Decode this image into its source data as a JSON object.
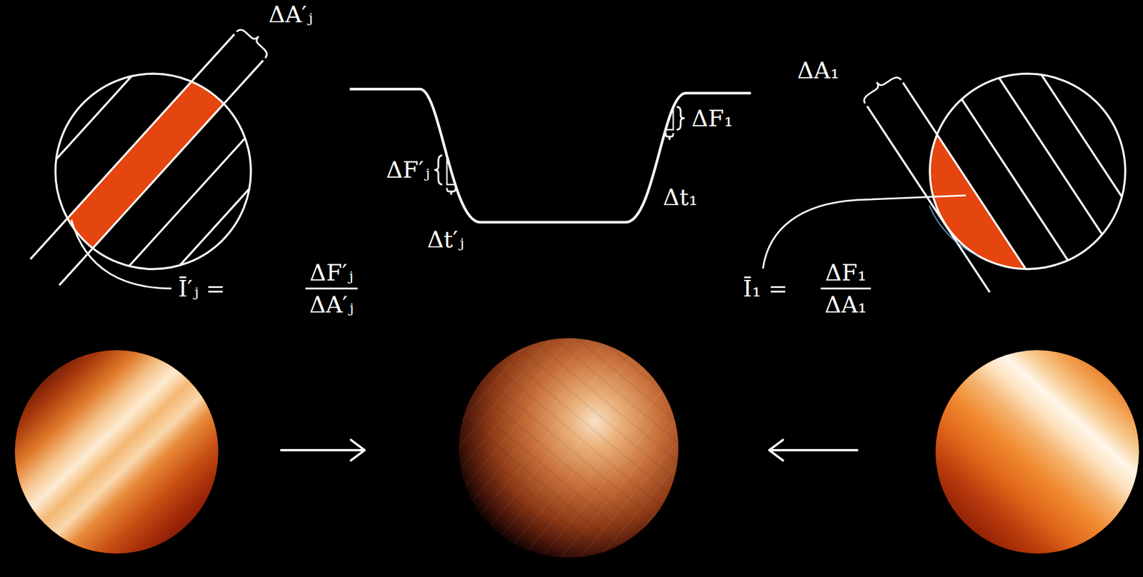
{
  "diagram": {
    "labels": [
      "ΔA′ⱼ",
      "Ī′ⱼ =",
      "ΔF′ⱼ",
      "ΔA′ⱼ",
      "ΔF′ⱼ",
      "Δt′ⱼ",
      "ΔF₁",
      "Δt₁",
      "ΔA₁",
      "Ī₁ =",
      "ΔF₁",
      "ΔA₁"
    ]
  }
}
